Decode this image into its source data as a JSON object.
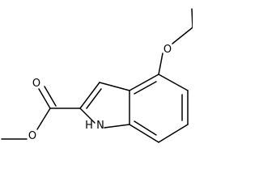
{
  "molecule": {
    "atoms": {
      "ether_oxygen": "O",
      "carbonyl_oxygen": "O",
      "ester_oxygen": "O",
      "ring_nitrogen": "N",
      "ring_nitrogen_hydrogen": "H"
    }
  },
  "colors": {
    "bond": "#000000",
    "label": "#000000",
    "background": "#ffffff"
  }
}
